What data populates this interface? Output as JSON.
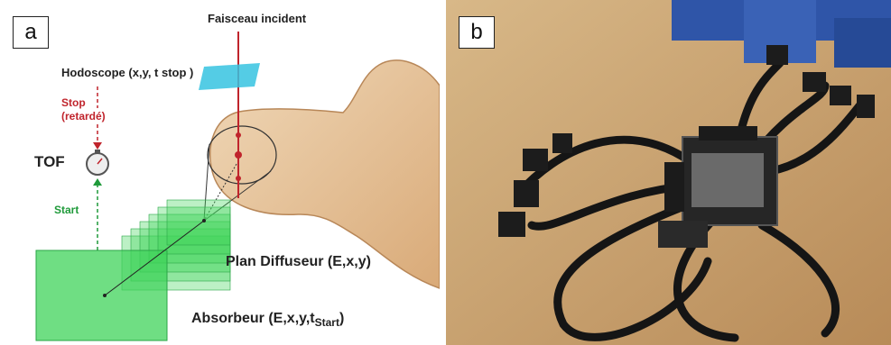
{
  "panel_a": {
    "tag": "a",
    "faisceau": "Faisceau incident",
    "hodoscope": "Hodoscope (x,y, t  stop )",
    "stop_line1": "Stop",
    "stop_line2": "(retardé)",
    "tof": "TOF",
    "start": "Start",
    "plan": "Plan Diffuseur (E,x,y)",
    "absorbeur": "Absorbeur (E,x,y,t",
    "absorbeur_sub": "Start",
    "absorbeur_end": ")"
  },
  "panel_b": {
    "tag": "b"
  },
  "colors": {
    "beam": "#c0242c",
    "hodoscope": "#36c3e0",
    "detector": "#3fd35a",
    "skin": "#e7c49a"
  }
}
